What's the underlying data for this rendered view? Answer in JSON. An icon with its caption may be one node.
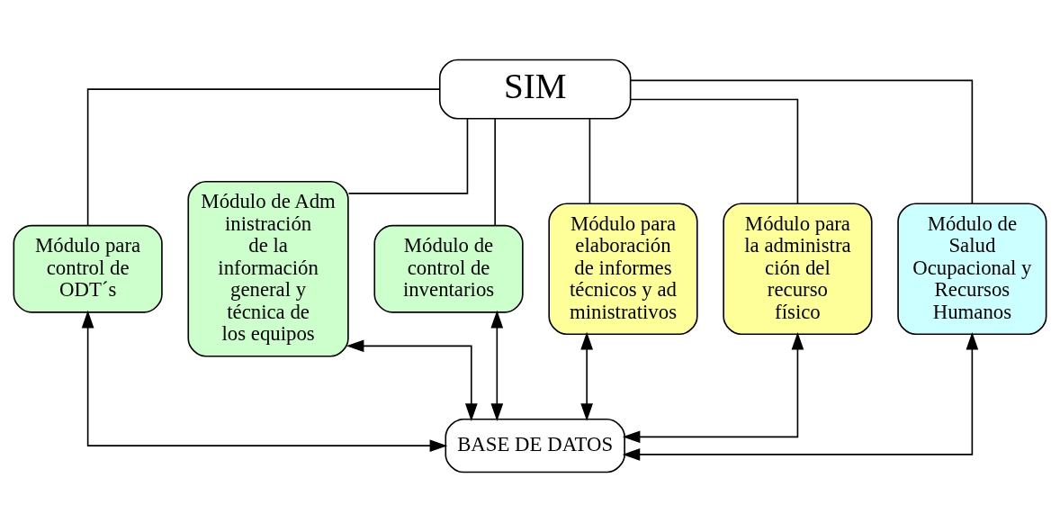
{
  "diagram": {
    "nodes": [
      {
        "text": [
          "SIM"
        ]
      },
      {
        "text": [
          "Módulo para control de ODT´s"
        ]
      },
      {
        "text": [
          "Módulo de Administración de la información general y técnica de los equipos"
        ]
      },
      {
        "text": [
          "Módulo de control de inventarios"
        ]
      },
      {
        "text": [
          "Módulo para elaboración de informes técnicos y administrativos"
        ]
      },
      {
        "text": [
          "Módulo para la administración del recurso físico"
        ]
      },
      {
        "text": [
          "Módulo de Salud Ocupacional y Recursos Humanos"
        ]
      },
      {
        "text": [
          "BASE DE DATOS"
        ]
      }
    ],
    "edges": [
      {
        "from": 0,
        "to": 1,
        "arrow": "none"
      },
      {
        "from": 0,
        "to": 2,
        "arrow": "none"
      },
      {
        "from": 0,
        "to": 3,
        "arrow": "none"
      },
      {
        "from": 0,
        "to": 4,
        "arrow": "none"
      },
      {
        "from": 0,
        "to": 5,
        "arrow": "none"
      },
      {
        "from": 0,
        "to": 6,
        "arrow": "none"
      },
      {
        "from": 1,
        "to": 7,
        "arrow": "both"
      },
      {
        "from": 2,
        "to": 7,
        "arrow": "both"
      },
      {
        "from": 3,
        "to": 7,
        "arrow": "both"
      },
      {
        "from": 4,
        "to": 7,
        "arrow": "both"
      },
      {
        "from": 5,
        "to": 7,
        "arrow": "both"
      },
      {
        "from": 6,
        "to": 7,
        "arrow": "both"
      }
    ]
  }
}
